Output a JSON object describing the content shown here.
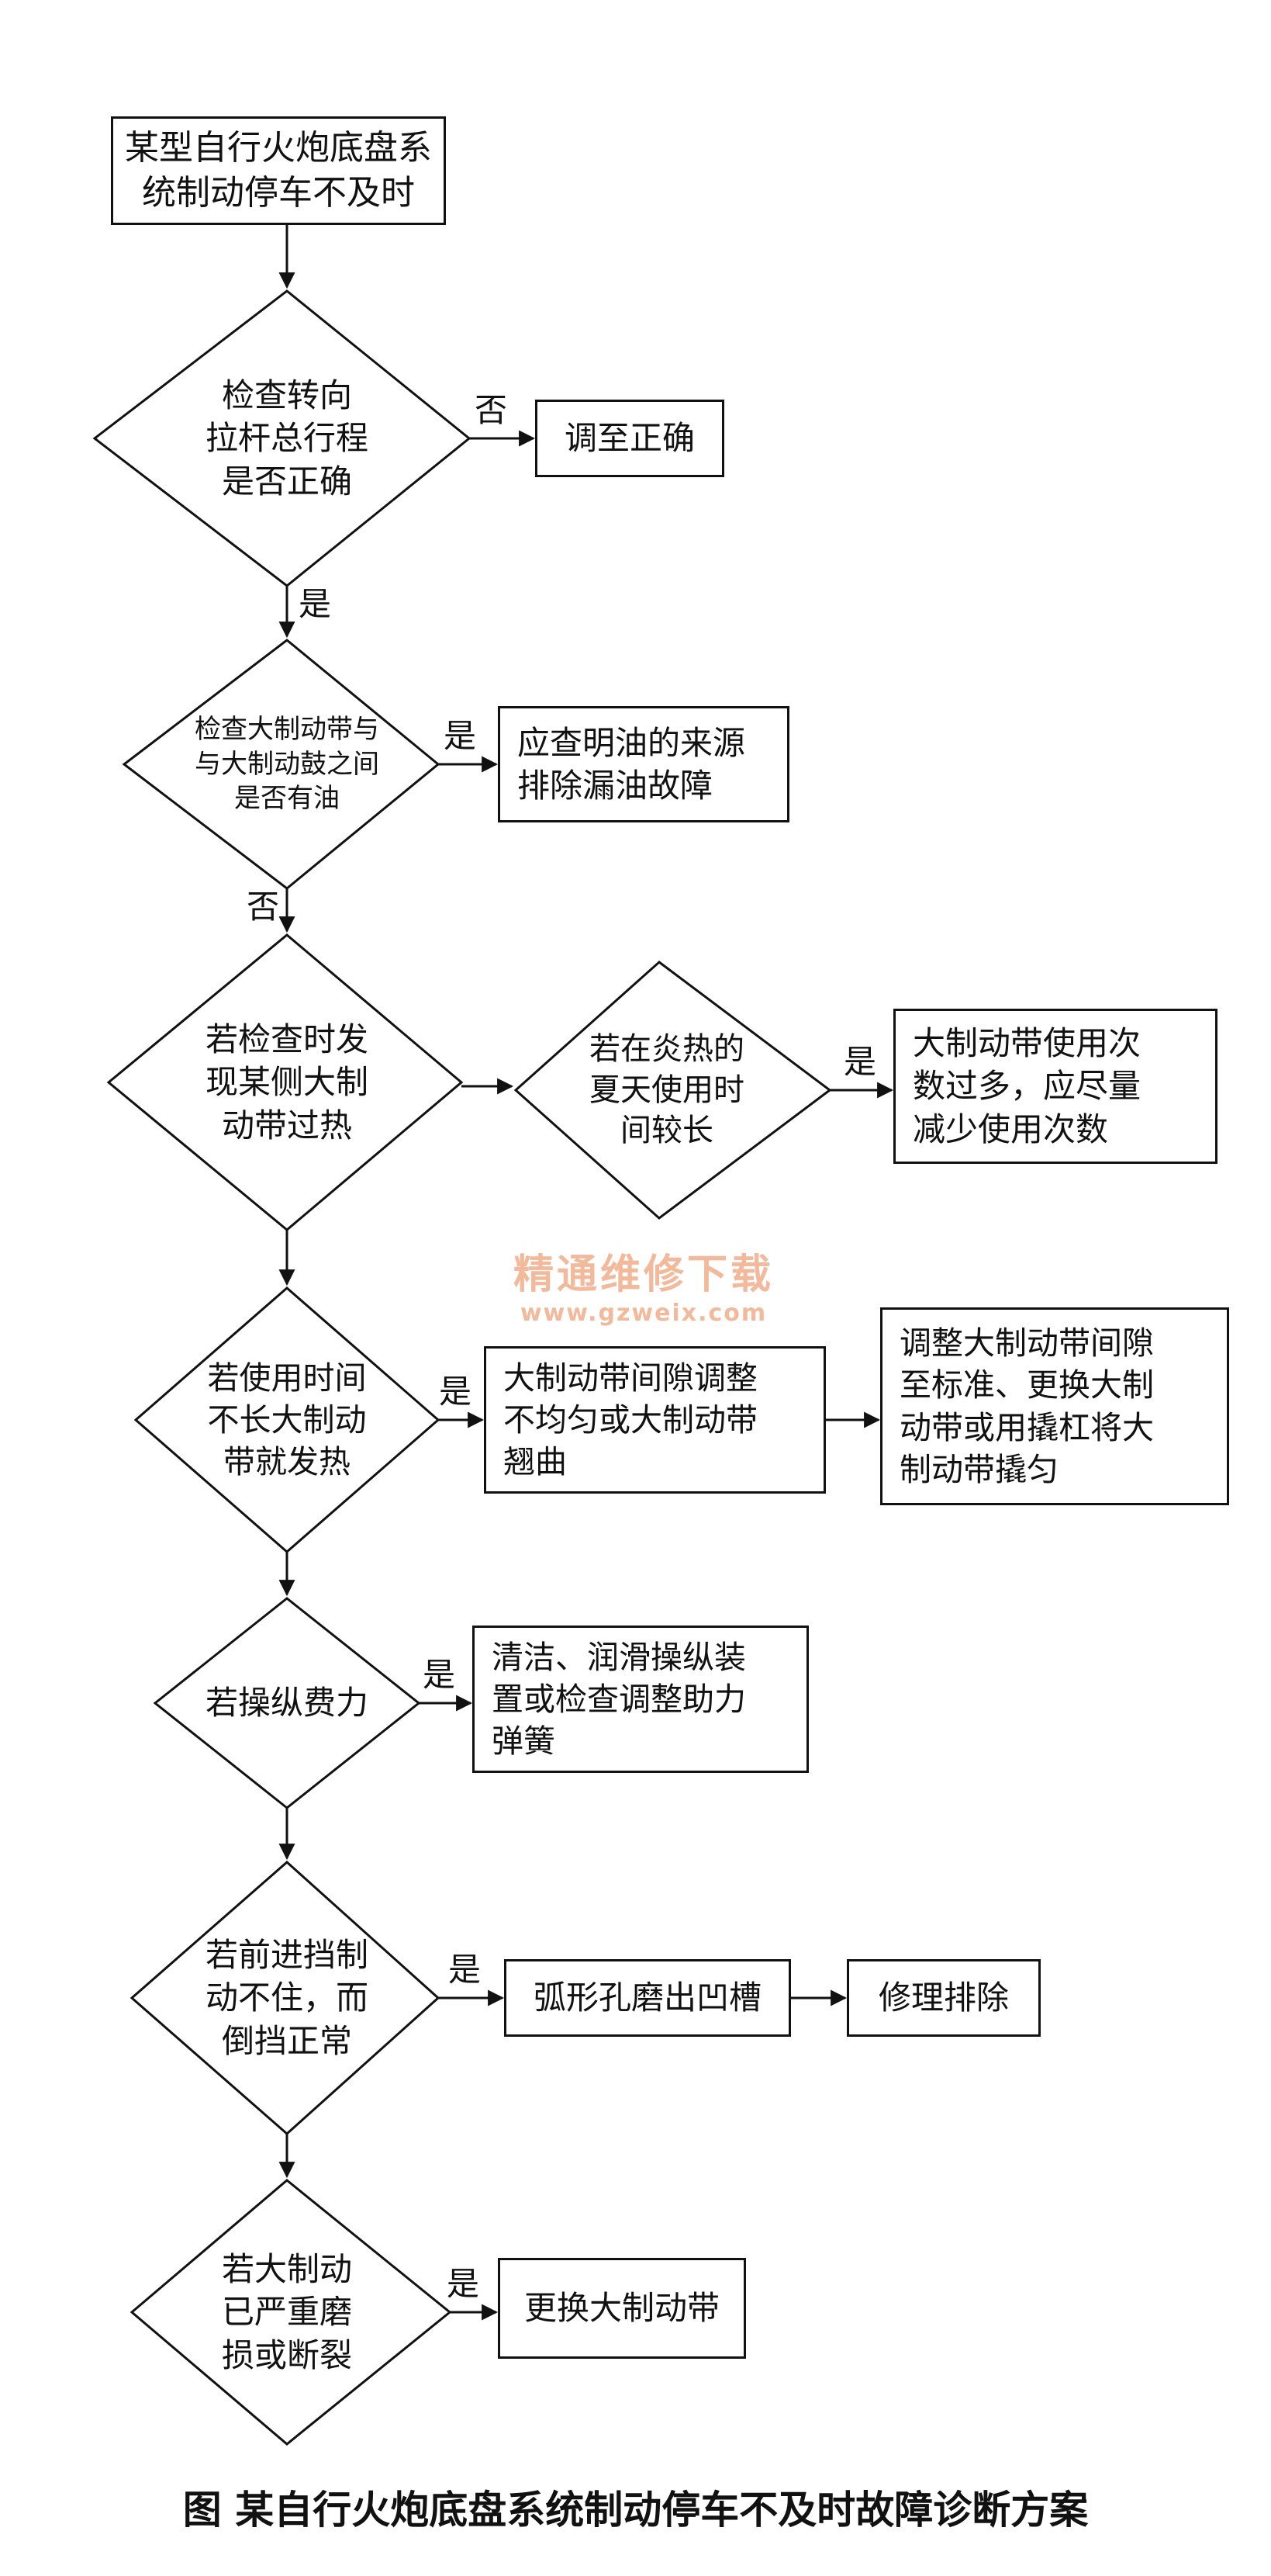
{
  "nodes": {
    "start": [
      "某型自行火炮底盘系",
      "统制动停车不及时"
    ],
    "d1": [
      "检查转向",
      "拉杆总行程",
      "是否正确"
    ],
    "r1": [
      "调至正确"
    ],
    "d2": [
      "检查大制动带与",
      "与大制动鼓之间",
      "是否有油"
    ],
    "r2": [
      "应查明油的来源",
      "排除漏油故障"
    ],
    "d3": [
      "若检查时发",
      "现某侧大制",
      "动带过热"
    ],
    "d3b": [
      "若在炎热的",
      "夏天使用时",
      "间较长"
    ],
    "r3": [
      "大制动带使用次",
      "数过多，应尽量",
      "减少使用次数"
    ],
    "d4": [
      "若使用时间",
      "不长大制动",
      "带就发热"
    ],
    "r4a": [
      "大制动带间隙调整",
      "不均匀或大制动带",
      "翘曲"
    ],
    "r4b": [
      "调整大制动带间隙",
      "至标准、更换大制",
      "动带或用撬杠将大",
      "制动带撬匀"
    ],
    "d5": [
      "若操纵费力"
    ],
    "r5": [
      "清洁、润滑操纵装",
      "置或检查调整助力",
      "弹簧"
    ],
    "d6": [
      "若前进挡制",
      "动不住，而",
      "倒挡正常"
    ],
    "r6a": [
      "弧形孔磨出凹槽"
    ],
    "r6b": [
      "修理排除"
    ],
    "d7": [
      "若大制动",
      "已严重磨",
      "损或断裂"
    ],
    "r7": [
      "更换大制动带"
    ]
  },
  "labels": {
    "no": "否",
    "yes": "是"
  },
  "watermark": {
    "line1": "精通维修下载",
    "line2": "www.gzweix.com"
  },
  "caption": "图   某自行火炮底盘系统制动停车不及时故障诊断方案"
}
